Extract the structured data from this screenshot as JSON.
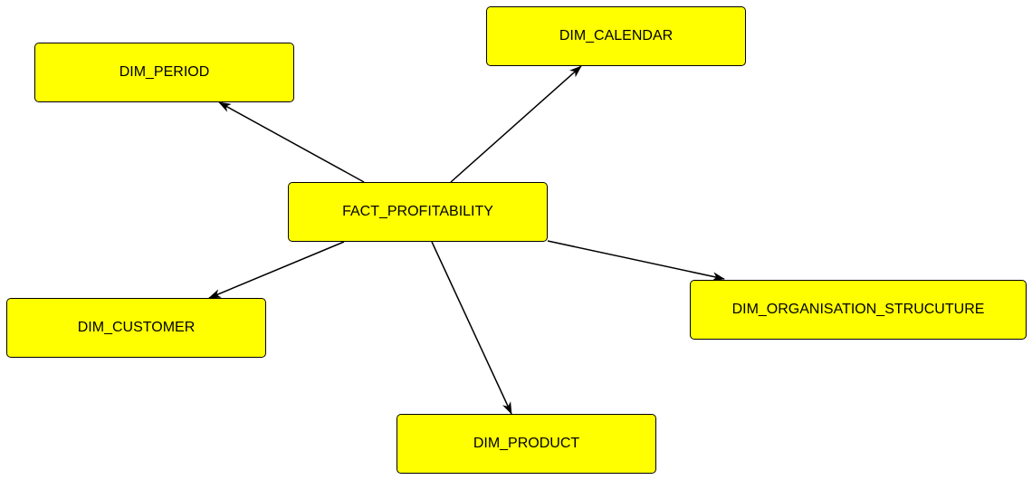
{
  "diagram": {
    "fill_color": "#ffff00",
    "border_color": "#000000",
    "nodes": {
      "fact": {
        "label": "FACT_PROFITABILITY"
      },
      "period": {
        "label": "DIM_PERIOD"
      },
      "calendar": {
        "label": "DIM_CALENDAR"
      },
      "customer": {
        "label": "DIM_CUSTOMER"
      },
      "organisation": {
        "label": "DIM_ORGANISATION_STRUCUTURE"
      },
      "product": {
        "label": "DIM_PRODUCT"
      }
    },
    "edges": [
      {
        "from": "fact",
        "to": "period"
      },
      {
        "from": "fact",
        "to": "calendar"
      },
      {
        "from": "fact",
        "to": "customer"
      },
      {
        "from": "fact",
        "to": "organisation"
      },
      {
        "from": "fact",
        "to": "product"
      }
    ]
  }
}
